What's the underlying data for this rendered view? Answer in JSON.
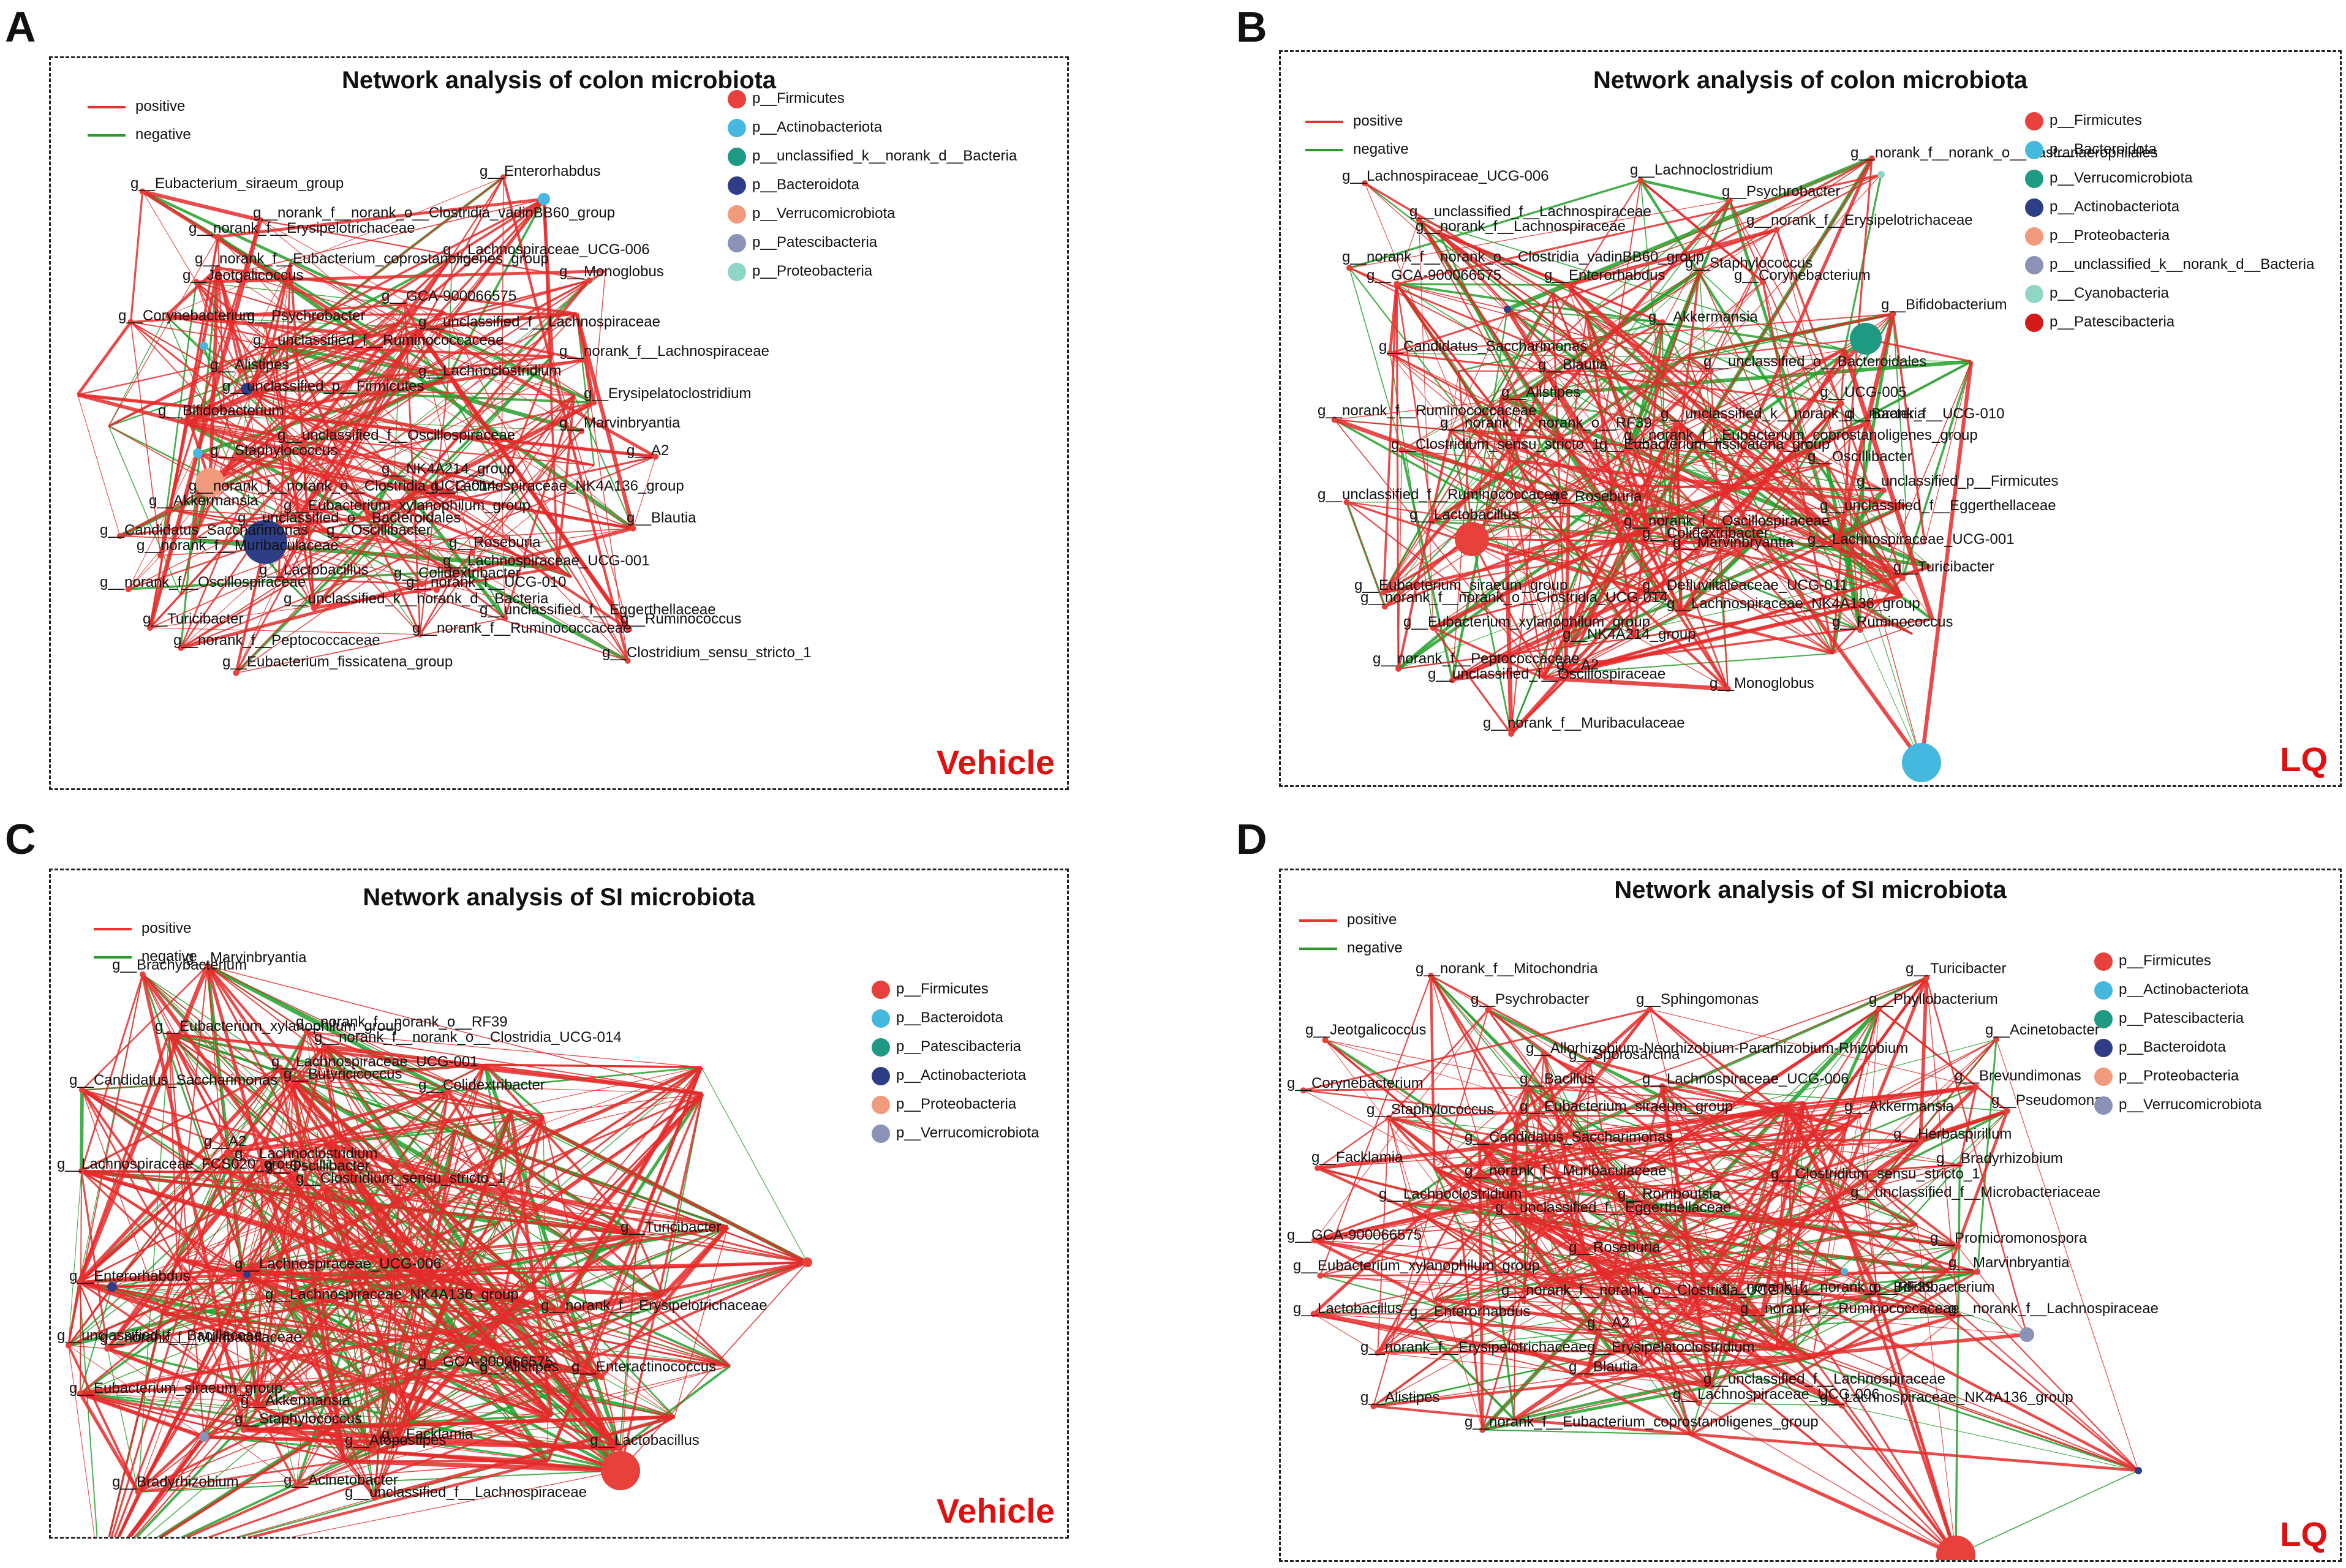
{
  "figure": {
    "panels": [
      {
        "id": "A",
        "title": "Network analysis of colon microbiota",
        "group": "Vehicle",
        "edge_legend": [
          "positive",
          "negative"
        ],
        "phyla": [
          {
            "name": "p__Firmicutes",
            "color": "#e8413c"
          },
          {
            "name": "p__Actinobacteriota",
            "color": "#45b8e0"
          },
          {
            "name": "p__unclassified_k__norank_d__Bacteria",
            "color": "#1f9a82"
          },
          {
            "name": "p__Bacteroidota",
            "color": "#2e3e86"
          },
          {
            "name": "p__Verrucomicrobiota",
            "color": "#f29a7e"
          },
          {
            "name": "p__Patescibacteria",
            "color": "#8a92b8"
          },
          {
            "name": "p__Proteobacteria",
            "color": "#8fd6c4"
          }
        ],
        "taxa": [
          "g__Eubacterium_siraeum_group",
          "g__Enterorhabdus",
          "g__norank_f__norank_o__Clostridia_vadinBB60_group",
          "g__norank_f__Erysipelotrichaceae",
          "g__Lachnospiraceae_UCG-006",
          "g__norank_f__Eubacterium_coprostanoligenes_group",
          "g__Jeotgalicoccus",
          "g__Monoglobus",
          "g__GCA-900066575",
          "g__Corynebacterium",
          "g__Psychrobacter",
          "g__unclassified_f__Lachnospiraceae",
          "g__unclassified_f__Ruminococcaceae",
          "g__norank_f__Lachnospiraceae",
          "g__Alistipes",
          "g__Lachnoclostridium",
          "g__unclassified_p__Firmicutes",
          "g__Erysipelatoclostridium",
          "g__Bifidobacterium",
          "g__Marvinbryantia",
          "g__unclassified_f__Oscillospiraceae",
          "g__Staphylococcus",
          "g__A2",
          "g__NK4A214_group",
          "g__norank_f__norank_o__Clostridia_UCG-014",
          "g__Lachnospiraceae_NK4A136_group",
          "g__Akkermansia",
          "g__Eubacterium_xylanophilum_group",
          "g__unclassified_o__Bacteroidales",
          "g__Blautia",
          "g__Candidatus_Saccharimonas",
          "g__Oscillibacter",
          "g__Roseburia",
          "g__norank_f__Muribaculaceae",
          "g__Lachnospiraceae_UCG-001",
          "g__Lactobacillus",
          "g__Colidextribacter",
          "g__norank_f__Oscillospiraceae",
          "g__norank_f__UCG-010",
          "g__unclassified_k__norank_d__Bacteria",
          "g__unclassified_f__Eggerthellaceae",
          "g__Turicibacter",
          "g__Ruminococcus",
          "g__norank_f__Ruminococcaceae",
          "g__norank_f__Peptococcaceae",
          "g__Clostridium_sensu_stricto_1",
          "g__Eubacterium_fissicatena_group"
        ]
      },
      {
        "id": "B",
        "title": "Network analysis of colon microbiota",
        "group": "LQ",
        "edge_legend": [
          "positive",
          "negative"
        ],
        "phyla": [
          {
            "name": "p__Firmicutes",
            "color": "#e8413c"
          },
          {
            "name": "p__Bacteroidota",
            "color": "#45b8e0"
          },
          {
            "name": "p__Verrucomicrobiota",
            "color": "#1f9a82"
          },
          {
            "name": "p__Actinobacteriota",
            "color": "#2e3e86"
          },
          {
            "name": "p__Proteobacteria",
            "color": "#f29a7e"
          },
          {
            "name": "p__unclassified_k__norank_d__Bacteria",
            "color": "#8a92b8"
          },
          {
            "name": "p__Cyanobacteria",
            "color": "#8fd6c4"
          },
          {
            "name": "p__Patescibacteria",
            "color": "#d61a1a"
          }
        ],
        "taxa": [
          "g__norank_f__norank_o__Gastranaerophilales",
          "g__Lachnospiraceae_UCG-006",
          "g__Lachnoclostridium",
          "g__Psychrobacter",
          "g__unclassified_f__Lachnospiraceae",
          "g__norank_f__Erysipelotrichaceae",
          "g__norank_f__Lachnospiraceae",
          "g__norank_f__norank_o__Clostridia_vadinBB60_group",
          "g__Staphylococcus",
          "g__GCA-900066575",
          "g__Enterorhabdus",
          "g__Corynebacterium",
          "g__Bifidobacterium",
          "g__Akkermansia",
          "g__Candidatus_Saccharimonas",
          "g__Blautia",
          "g__unclassified_o__Bacteroidales",
          "g__Alistipes",
          "g__UCG-005",
          "g__norank_f__Ruminococcaceae",
          "g__unclassified_k__norank_d__Bacteria",
          "g__norank_f__UCG-010",
          "g__norank_f__norank_o__RF39",
          "g__norank_f__Eubacterium_coprostanoligenes_group",
          "g__Clostridium_sensu_stricto_1",
          "g__Oscillibacter",
          "g__Eubacterium_fissicatena_group",
          "g__unclassified_p__Firmicutes",
          "g__unclassified_f__Ruminococcaceae",
          "g__Roseburia",
          "g__unclassified_f__Eggerthellaceae",
          "g__Lactobacillus",
          "g__norank_f__Oscillospiraceae",
          "g__Colidextribacter",
          "g__Lachnospiraceae_UCG-001",
          "g__Marvinbryantia",
          "g__Turicibacter",
          "g__Eubacterium_siraeum_group",
          "g__Defluviitaleaceae_UCG-011",
          "g__norank_f__norank_o__Clostridia_UCG-014",
          "g__Lachnospiraceae_NK4A136_group",
          "g__Eubacterium_xylanophilum_group",
          "g__Ruminococcus",
          "g__NK4A214_group",
          "g__norank_f__Peptococcaceae",
          "g__A2",
          "g__unclassified_f__Oscillospiraceae",
          "g__Monoglobus",
          "g__norank_f__Muribaculaceae"
        ]
      },
      {
        "id": "C",
        "title": "Network analysis of SI microbiota",
        "group": "Vehicle",
        "edge_legend": [
          "positive",
          "negative"
        ],
        "phyla": [
          {
            "name": "p__Firmicutes",
            "color": "#e8413c"
          },
          {
            "name": "p__Bacteroidota",
            "color": "#45b8e0"
          },
          {
            "name": "p__Patescibacteria",
            "color": "#1f9a82"
          },
          {
            "name": "p__Actinobacteriota",
            "color": "#2e3e86"
          },
          {
            "name": "p__Proteobacteria",
            "color": "#f29a7e"
          },
          {
            "name": "p__Verrucomicrobiota",
            "color": "#8a92b8"
          }
        ],
        "taxa": [
          "g__Brachybacterium",
          "g__Marvinbryantia",
          "g__Eubacterium_xylanophilum_group",
          "g__norank_f__norank_o__RF39",
          "g__norank_f__norank_o__Clostridia_UCG-014",
          "g__Candidatus_Saccharimonas",
          "g__Lachnospiraceae_UCG-001",
          "g__Butyricicoccus",
          "g__Colidextribacter",
          "g__A2",
          "g__Lachnoclostridium",
          "g__Lachnospiraceae_FCS020_group",
          "g__Oscillibacter",
          "g__Clostridium_sensu_stricto_1",
          "g__Turicibacter",
          "g__Enterorhabdus",
          "g__Lachnospiraceae_UCG-006",
          "g__Lachnospiraceae_NK4A136_group",
          "g__norank_f__Erysipelotrichaceae",
          "g__unclassified_f__Bacillaceae",
          "g__norank_f__Muribaculaceae",
          "g__GCA-900066575",
          "g__Alistipes",
          "g__Enteractinococcus",
          "g__Eubacterium_siraeum_group",
          "g__Akkermansia",
          "g__Staphylococcus",
          "g__Facklamia",
          "g__Atopostipes",
          "g__Lactobacillus",
          "g__Bradyrhizobium",
          "g__Acinetobacter",
          "g__unclassified_f__Lachnospiraceae"
        ]
      },
      {
        "id": "D",
        "title": "Network analysis of SI microbiota",
        "group": "LQ",
        "edge_legend": [
          "positive",
          "negative"
        ],
        "phyla": [
          {
            "name": "p__Firmicutes",
            "color": "#e8413c"
          },
          {
            "name": "p__Actinobacteriota",
            "color": "#45b8e0"
          },
          {
            "name": "p__Patescibacteria",
            "color": "#1f9a82"
          },
          {
            "name": "p__Bacteroidota",
            "color": "#2e3e86"
          },
          {
            "name": "p__Proteobacteria",
            "color": "#f29a7e"
          },
          {
            "name": "p__Verrucomicrobiota",
            "color": "#8a92b8"
          }
        ],
        "taxa": [
          "g__norank_f__Mitochondria",
          "g__Turicibacter",
          "g__Psychrobacter",
          "g__Sphingomonas",
          "g__Phyllobacterium",
          "g__Jeotgalicoccus",
          "g__Allorhizobium-Neorhizobium-Pararhizobium-Rhizobium",
          "g__Acinetobacter",
          "g__Sporosarcina",
          "g__Corynebacterium",
          "g__Bacillus",
          "g__Lachnospiraceae_UCG-006",
          "g__Brevundimonas",
          "g__Pseudomonas",
          "g__Staphylococcus",
          "g__Eubacterium_siraeum_group",
          "g__Akkermansia",
          "g__Herbaspirillum",
          "g__Candidatus_Saccharimonas",
          "g__Facklamia",
          "g__Bradyrhizobium",
          "g__norank_f__Muribaculaceae",
          "g__Clostridium_sensu_stricto_1",
          "g__Lachnoclostridium",
          "g__Romboutsia",
          "g__unclassified_f__Microbacteriaceae",
          "g__unclassified_f__Eggerthellaceae",
          "g__GCA-900066575",
          "g__Promicromonospora",
          "g__Roseburia",
          "g__Marvinbryantia",
          "g__Eubacterium_xylanophilum_group",
          "g__Bifidobacterium",
          "g__norank_f__norank_o__Clostridia_UCG-014",
          "g__norank_f__norank_o__RF39",
          "g__norank_f__Lachnospiraceae",
          "g__Lactobacillus",
          "g__Enterorhabdus",
          "g__norank_f__Ruminococcaceae",
          "g__A2",
          "g__norank_f__Erysipelotrichaceae",
          "g__Erysipelatoclostridium",
          "g__Blautia",
          "g__unclassified_f__Lachnospiraceae",
          "g__Alistipes",
          "g__Lachnospiraceae_UCG-006",
          "g__Lachnospiraceae_NK4A136_group",
          "g__norank_f__Eubacterium_coprostanoligenes_group"
        ]
      }
    ]
  }
}
